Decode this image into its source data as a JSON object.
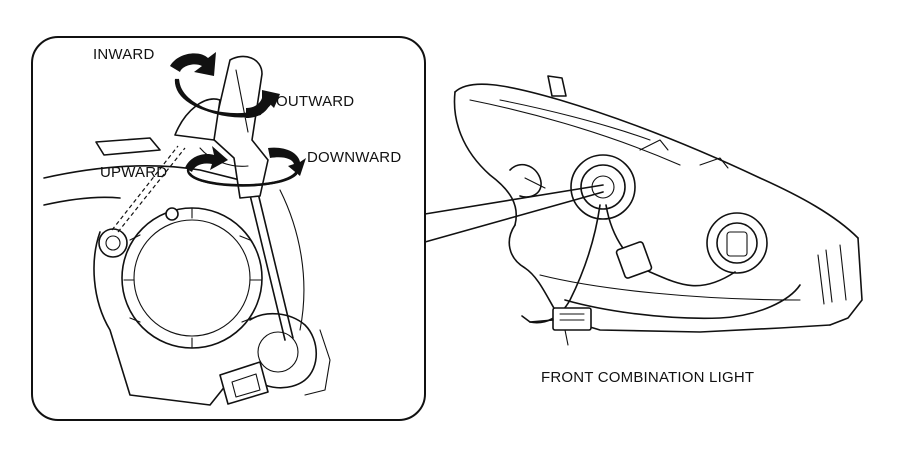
{
  "labels": {
    "inward": "INWARD",
    "outward": "OUTWARD",
    "upward": "UPWARD",
    "downward": "DOWNWARD",
    "caption": "FRONT COMBINATION LIGHT"
  },
  "colors": {
    "line": "#111111",
    "background": "#ffffff"
  }
}
